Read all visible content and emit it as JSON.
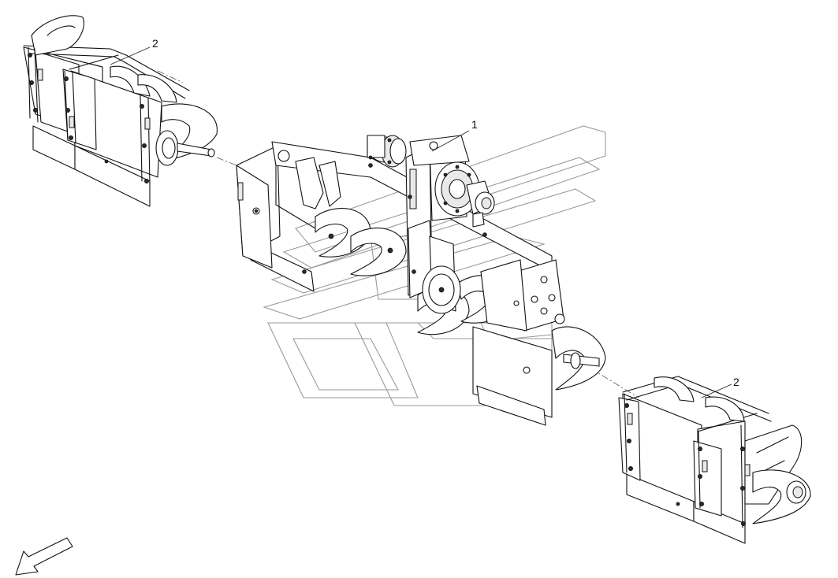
{
  "callouts": [
    {
      "id": "main-auger-drive-assembly",
      "label": "1"
    },
    {
      "id": "left-extension-auger",
      "label": "2"
    },
    {
      "id": "right-extension-auger",
      "label": "2"
    }
  ],
  "icons": {
    "direction_arrow": "direction-arrow-icon",
    "watermark": "brand-watermark-icon"
  },
  "colors": {
    "line": "#111111",
    "watermark": "#9a9a9a",
    "background": "#ffffff"
  }
}
